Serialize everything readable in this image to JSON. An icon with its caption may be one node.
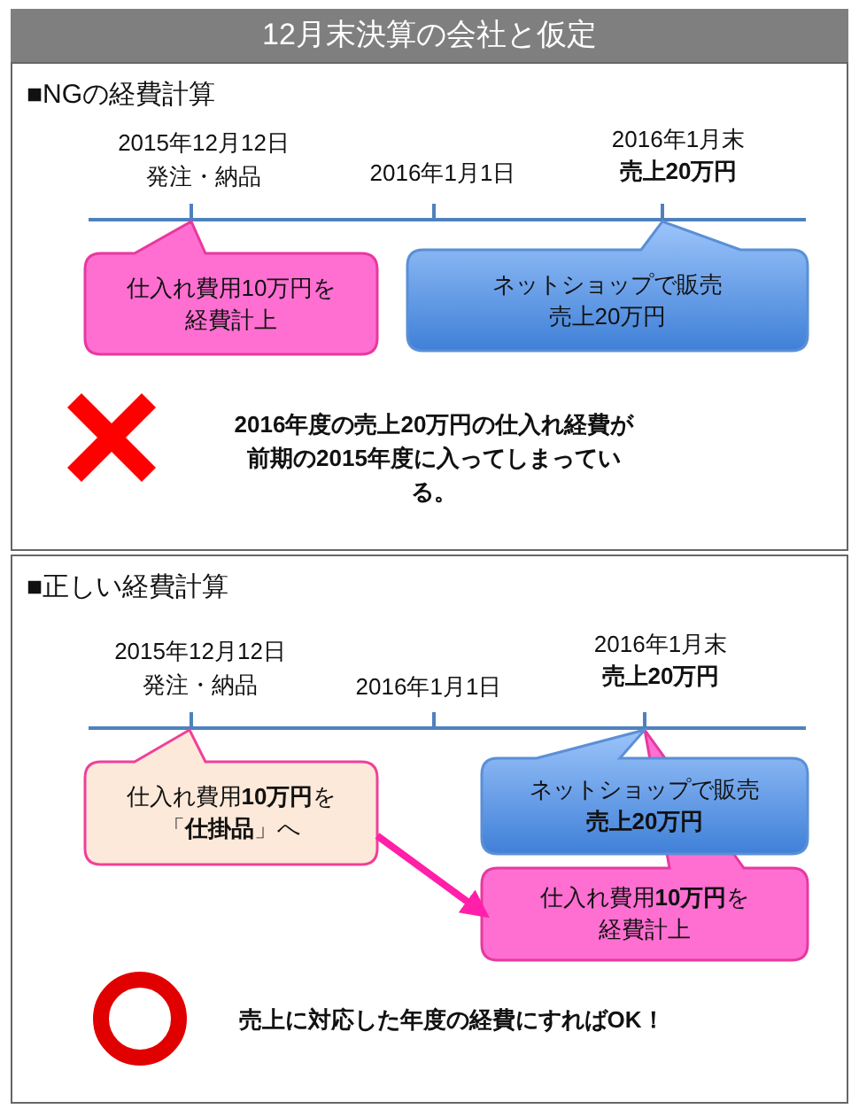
{
  "diagram": {
    "title": "12月末決算の会社と仮定",
    "nodes": [
      {
        "text": [
          "■NGの経費計算"
        ]
      },
      {
        "text": [
          "仕入れ費用10万円を経費計上"
        ],
        "in": 0
      },
      {
        "text": [
          "ネットショップで販売売上20万円"
        ],
        "in": 0
      },
      {
        "text": [
          "■正しい経費計算"
        ]
      },
      {
        "text": [
          "仕入れ費用**10万円**を「**仕掛品**」へ"
        ],
        "in": 3
      },
      {
        "text": [
          "ネットショップで販売**売上20万円**"
        ],
        "in": 3
      },
      {
        "text": [
          "仕入れ費用**10万円**を経費計上"
        ],
        "in": 3
      }
    ],
    "edges": [
      {
        "from": 4,
        "to": 6,
        "arrow": "to",
        "color": "#ff1fa8"
      }
    ],
    "labels": [
      "2015年12月12日",
      "発注・納品",
      "2016年1月1日",
      "2016年1月末",
      "売上20万円",
      "2016年度の売上20万円の仕入れ経費が前期の2015年度に入ってしまっている。",
      "2015年12月12日",
      "発注・納品",
      "2016年1月1日",
      "2016年1月末",
      "売上20万円",
      "売上に対応した年度の経費にすればOK！"
    ]
  }
}
